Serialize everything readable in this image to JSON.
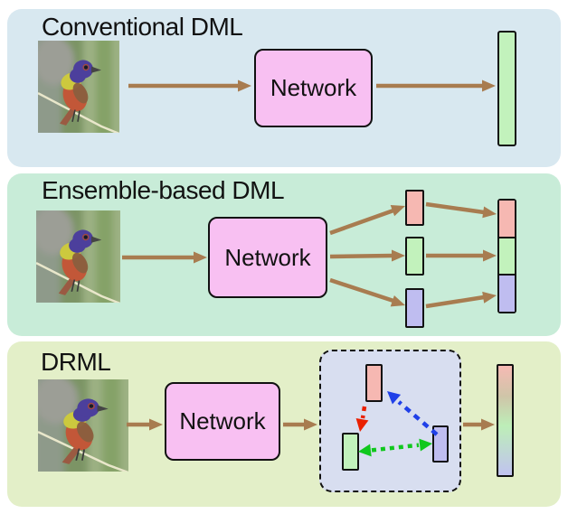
{
  "figure": {
    "panels": [
      {
        "id": "conventional",
        "title": "Conventional DML",
        "network_label": "Network",
        "input_image": "bird-photo",
        "output": {
          "type": "single-embedding",
          "color": "#c2f2bc"
        }
      },
      {
        "id": "ensemble",
        "title": "Ensemble-based DML",
        "network_label": "Network",
        "input_image": "bird-photo",
        "learner_embeddings": [
          "#f6b8b2",
          "#c2f2bc",
          "#bfbdf0"
        ],
        "output": {
          "type": "concatenated-embedding",
          "segments": [
            "#f6b8b2",
            "#c2f2bc",
            "#bfbdf0"
          ]
        }
      },
      {
        "id": "drml",
        "title": "DRML",
        "network_label": "Network",
        "input_image": "bird-photo",
        "relation_module": {
          "nodes": [
            "#f6b8b2",
            "#c2f2bc",
            "#bfbdf0"
          ],
          "edges": [
            {
              "from": "pink",
              "to": "green",
              "color": "#ea2000",
              "style": "dashed",
              "bidirectional": false
            },
            {
              "from": "purple",
              "to": "pink",
              "color": "#2040e8",
              "style": "dashed",
              "bidirectional": false
            },
            {
              "from": "green",
              "to": "purple",
              "color": "#10c81e",
              "style": "dashed",
              "bidirectional": true
            }
          ]
        },
        "output": {
          "type": "fused-embedding",
          "gradient": [
            "#f6bab4",
            "#cfc5a8",
            "#bdeeb8",
            "#c1c3f0"
          ]
        }
      }
    ],
    "colors": {
      "panel_conventional_bg": "#d8e8f0",
      "panel_ensemble_bg": "#c8ecd8",
      "panel_drml_bg": "#e3efc8",
      "network_fill": "#f8c0f2",
      "flow_arrow": "#a87c50",
      "embedding_pink": "#f6b8b2",
      "embedding_green": "#c2f2bc",
      "embedding_purple": "#bfbdf0",
      "relation_box_fill": "#d8def0",
      "relation_arrow_red": "#ea2000",
      "relation_arrow_blue": "#2040e8",
      "relation_arrow_green": "#10c81e"
    }
  }
}
